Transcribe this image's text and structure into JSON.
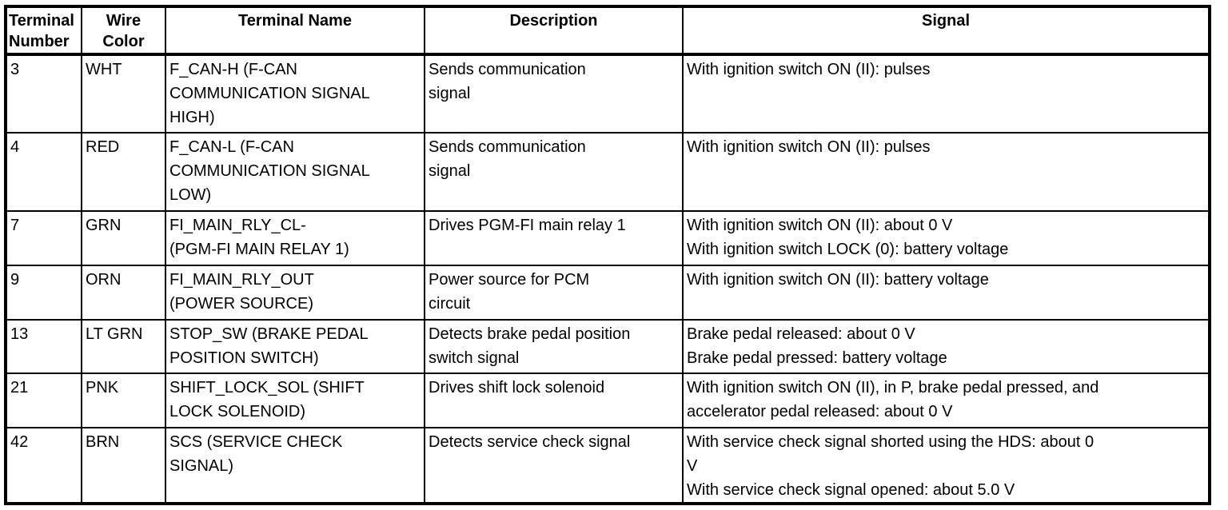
{
  "table": {
    "columns": [
      {
        "label": "Terminal\nNumber"
      },
      {
        "label": "Wire\nColor"
      },
      {
        "label": "Terminal Name"
      },
      {
        "label": "Description"
      },
      {
        "label": "Signal"
      }
    ],
    "rows": [
      {
        "terminal_number": "3",
        "wire_color": "WHT",
        "terminal_name": "F_CAN-H (F-CAN\nCOMMUNICATION SIGNAL\nHIGH)",
        "description": "Sends communication\nsignal",
        "signal": "With ignition switch ON (II): pulses"
      },
      {
        "terminal_number": "4",
        "wire_color": "RED",
        "terminal_name": "F_CAN-L (F-CAN\nCOMMUNICATION SIGNAL\nLOW)",
        "description": "Sends communication\nsignal",
        "signal": "With ignition switch ON (II): pulses"
      },
      {
        "terminal_number": "7",
        "wire_color": "GRN",
        "terminal_name": "FI_MAIN_RLY_CL-\n(PGM-FI MAIN RELAY 1)",
        "description": "Drives PGM-FI main relay 1",
        "signal": "With ignition switch ON (II): about 0 V\nWith ignition switch LOCK (0): battery voltage"
      },
      {
        "terminal_number": "9",
        "wire_color": "ORN",
        "terminal_name": "FI_MAIN_RLY_OUT\n(POWER SOURCE)",
        "description": "Power source for PCM\ncircuit",
        "signal": "With ignition switch ON (II): battery voltage"
      },
      {
        "terminal_number": "13",
        "wire_color": "LT GRN",
        "terminal_name": "STOP_SW (BRAKE PEDAL\nPOSITION SWITCH)",
        "description": "Detects brake pedal position\nswitch signal",
        "signal": "Brake pedal released: about 0 V\nBrake pedal pressed: battery voltage"
      },
      {
        "terminal_number": "21",
        "wire_color": "PNK",
        "terminal_name": "SHIFT_LOCK_SOL (SHIFT\nLOCK SOLENOID)",
        "description": "Drives shift lock solenoid",
        "signal": "With ignition switch ON (II), in P, brake pedal pressed, and\naccelerator pedal released: about 0 V"
      },
      {
        "terminal_number": "42",
        "wire_color": "BRN",
        "terminal_name": "SCS (SERVICE CHECK\nSIGNAL)",
        "description": "Detects service check signal",
        "signal": "With service check signal shorted using the HDS: about 0\nV\nWith service check signal opened: about 5.0 V"
      }
    ]
  }
}
